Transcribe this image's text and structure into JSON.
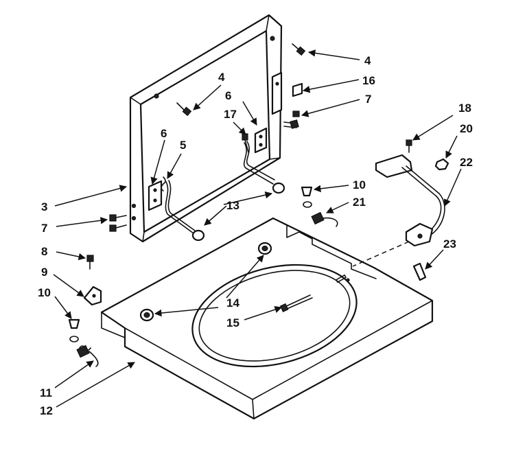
{
  "diagram": {
    "callouts": {
      "c3": "3",
      "c4a": "4",
      "c4b": "4",
      "c5": "5",
      "c6a": "6",
      "c6b": "6",
      "c7a": "7",
      "c7b": "7",
      "c8": "8",
      "c9": "9",
      "c10a": "10",
      "c10b": "10",
      "c11": "11",
      "c12": "12",
      "c13": "13",
      "c14": "14",
      "c15": "15",
      "c16": "16",
      "c17": "17",
      "c18": "18",
      "c20": "20",
      "c21": "21",
      "c22": "22",
      "c23": "23"
    },
    "colors": {
      "ink": "#111111",
      "paper": "#ffffff"
    }
  }
}
